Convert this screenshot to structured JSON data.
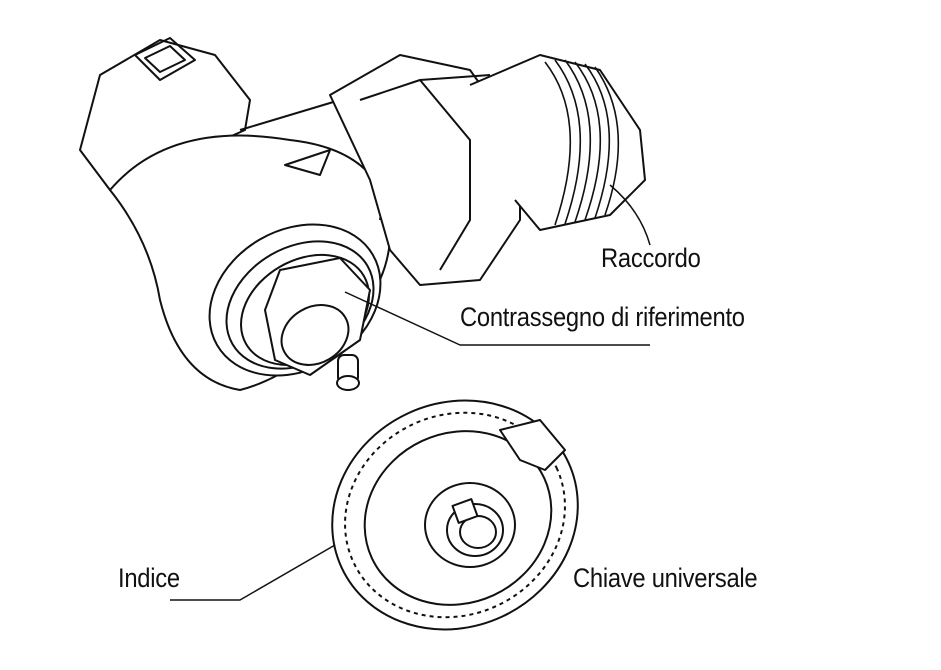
{
  "labels": {
    "raccordo": "Raccordo",
    "contrassegno": "Contrassegno di riferimento",
    "indice": "Indice",
    "chiave": "Chiave universale"
  },
  "colors": {
    "line": "#111111",
    "background": "#ffffff"
  }
}
